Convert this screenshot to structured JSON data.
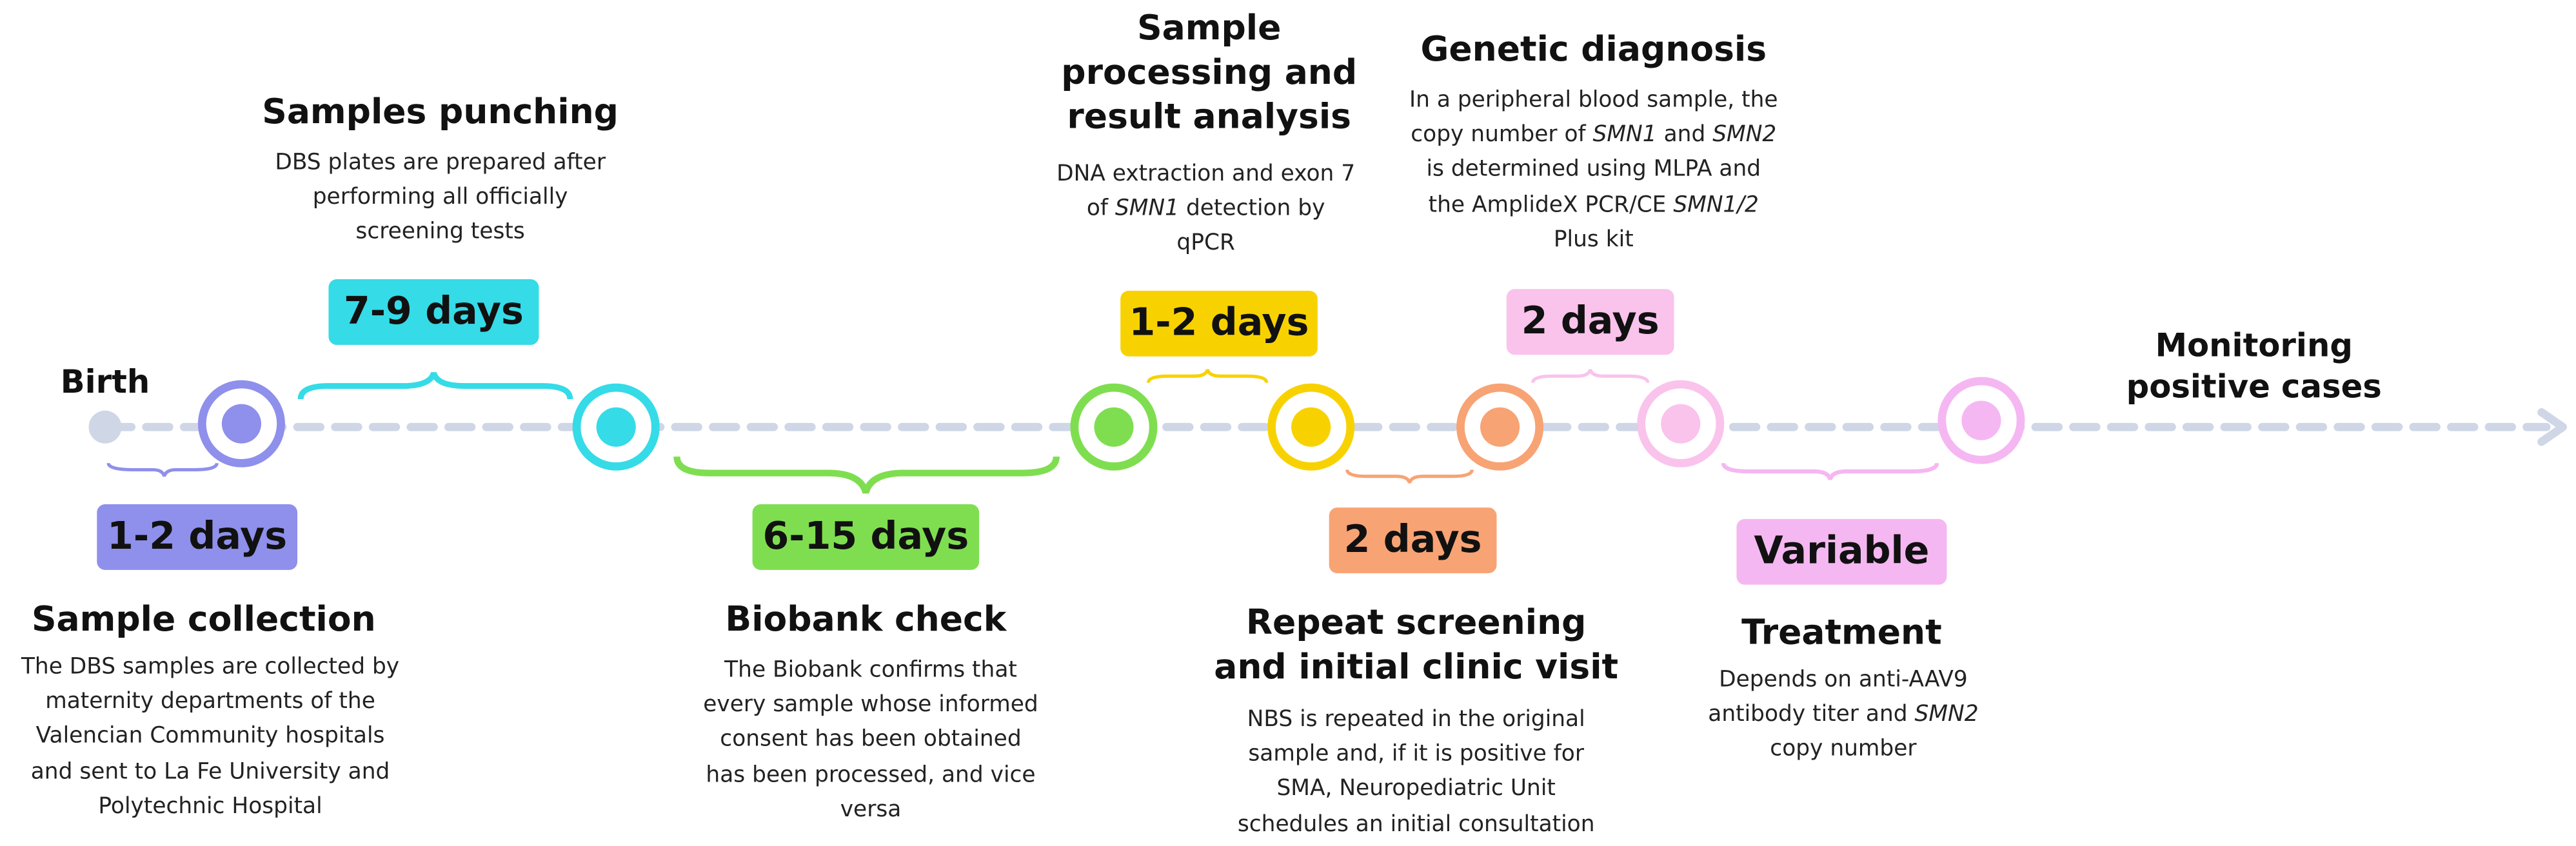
{
  "colors": {
    "timeline": "#cfd6e6",
    "purple": "#8f8fec",
    "cyan": "#35dbe7",
    "green": "#7fde50",
    "yellow": "#f8d200",
    "orange": "#f8a374",
    "pink_light": "#f9c3ec",
    "pink": "#f5b7f2"
  },
  "start_label": "Birth",
  "end_label": {
    "line1": "Monitoring",
    "line2": "positive cases"
  },
  "stages": {
    "sample_collection": {
      "title": "Sample collection",
      "description": "The DBS samples are collected by maternity departments of the Valencian Community hospitals and sent to La Fe University and Polytechnic Hospital",
      "duration": "1-2 days"
    },
    "samples_punching": {
      "title": "Samples punching",
      "description": "DBS plates are prepared after performing all officially screening tests",
      "duration": "7-9 days"
    },
    "biobank_check": {
      "title": "Biobank check",
      "description": "The Biobank confirms that every sample whose informed consent has been obtained has been processed, and vice versa",
      "duration": "6-15 days"
    },
    "sample_processing": {
      "title_line1": "Sample",
      "title_line2": "processing and",
      "title_line3": "result analysis",
      "desc_part1": "DNA extraction and exon 7 of ",
      "desc_gene": "SMN1",
      "desc_part2": " detection by qPCR",
      "duration": "1-2 days"
    },
    "repeat_screening": {
      "title_line1": "Repeat screening",
      "title_line2": "and initial clinic visit",
      "description": "NBS is repeated in the original sample and, if it is positive for SMA, Neuropediatric Unit schedules an initial consultation",
      "duration": "2 days"
    },
    "genetic_diagnosis": {
      "title": "Genetic diagnosis",
      "desc_part1": "In a peripheral blood sample, the copy number of ",
      "desc_gene1": "SMN1",
      "desc_part2": " and ",
      "desc_gene2": "SMN2",
      "desc_part3": " is determined using MLPA and the AmplideX PCR/CE ",
      "desc_gene3": "SMN1/2",
      "desc_part4": " Plus kit",
      "duration": "2 days"
    },
    "treatment": {
      "title": "Treatment",
      "desc_part1": "Depends on anti-AAV9 antibody titer and ",
      "desc_gene": "SMN2",
      "desc_part2": " copy number",
      "duration": "Variable"
    }
  }
}
